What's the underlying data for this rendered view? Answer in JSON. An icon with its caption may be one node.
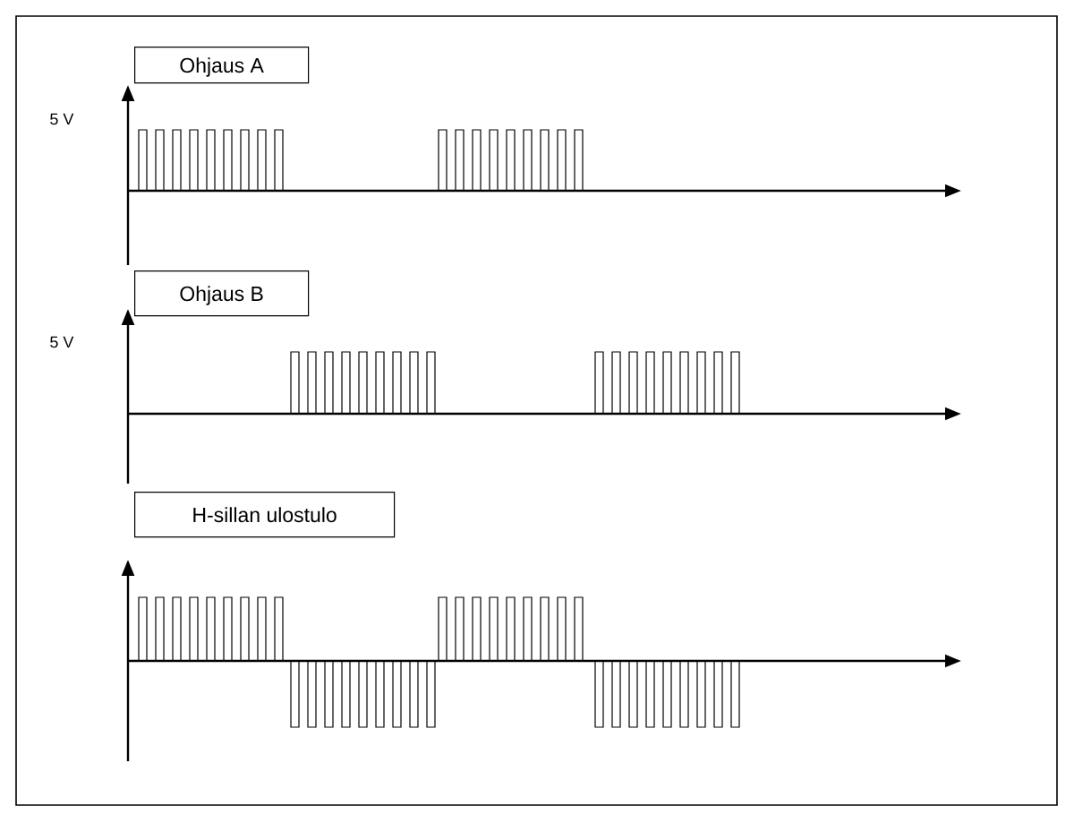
{
  "diagram": {
    "nodes": [
      {
        "text": [
          "Ohjaus A"
        ]
      },
      {
        "text": [
          "Ohjaus B"
        ]
      },
      {
        "text": [
          "H-sillan ulostulo"
        ]
      }
    ],
    "labels": [
      "5 V",
      "5 V"
    ]
  }
}
